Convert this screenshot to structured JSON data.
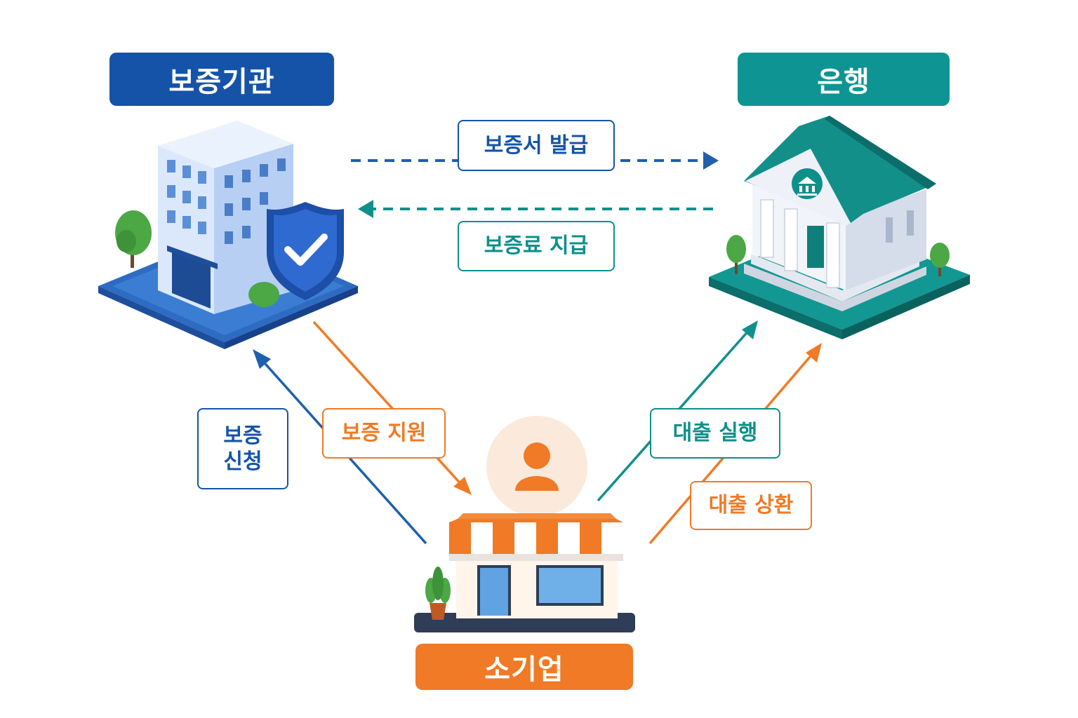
{
  "colors": {
    "guarantor": "#1553a8",
    "bank": "#0e9593",
    "business": "#f07a25",
    "guarantor_line": "#1f5fad",
    "bank_line": "#10908c",
    "business_line": "#f07a25"
  },
  "nodes": {
    "guarantor": {
      "label": "보증기관",
      "icon": "office-building-shield-icon"
    },
    "bank": {
      "label": "은행",
      "icon": "bank-building-icon"
    },
    "business": {
      "label": "소기업",
      "icon": "storefront-icon"
    }
  },
  "flows": {
    "issue_guarantee": {
      "label": "보증서 발급"
    },
    "pay_fee": {
      "label": "보증료 지급"
    },
    "apply_line1": "보증",
    "apply_line2": "신청",
    "support": {
      "label": "보증 지원"
    },
    "loan_execute": {
      "label": "대출 실행"
    },
    "loan_repay": {
      "label": "대출 상환"
    }
  }
}
